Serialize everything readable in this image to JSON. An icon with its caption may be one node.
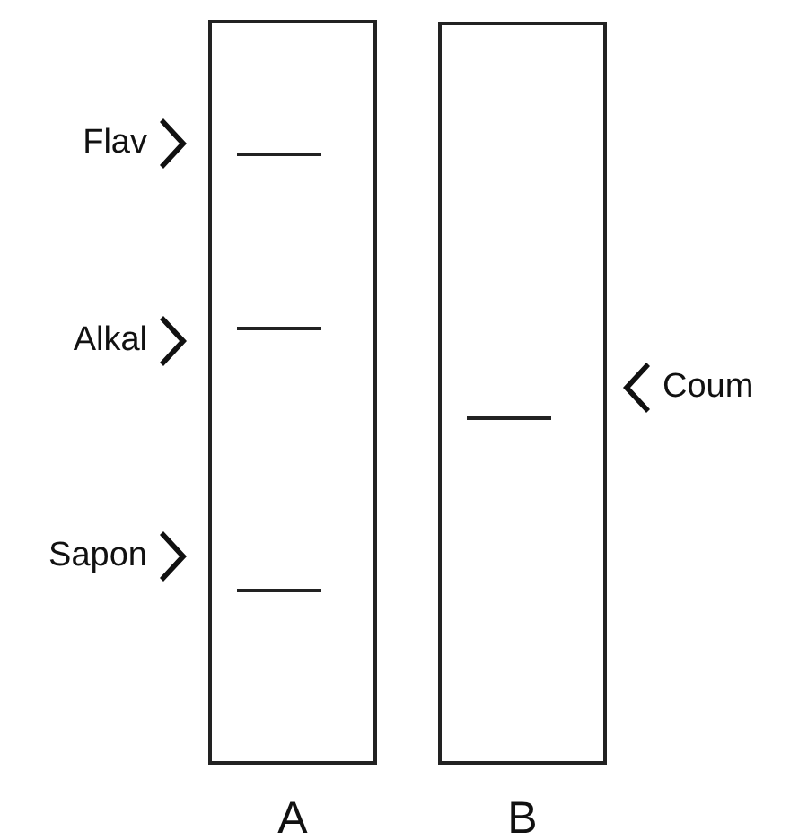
{
  "diagram": {
    "nodes": [
      {
        "text": [
          "A"
        ]
      },
      {
        "text": [],
        "shape": "bar",
        "in": 0,
        "beside": [
          "Flav"
        ]
      },
      {
        "text": [],
        "shape": "bar",
        "in": 0,
        "beside": [
          "Alkal"
        ]
      },
      {
        "text": [],
        "shape": "bar",
        "in": 0,
        "beside": [
          "Sapon"
        ]
      },
      {
        "text": [
          "B"
        ]
      },
      {
        "text": [],
        "shape": "bar",
        "in": 4,
        "beside": [
          "Coum"
        ]
      }
    ]
  }
}
